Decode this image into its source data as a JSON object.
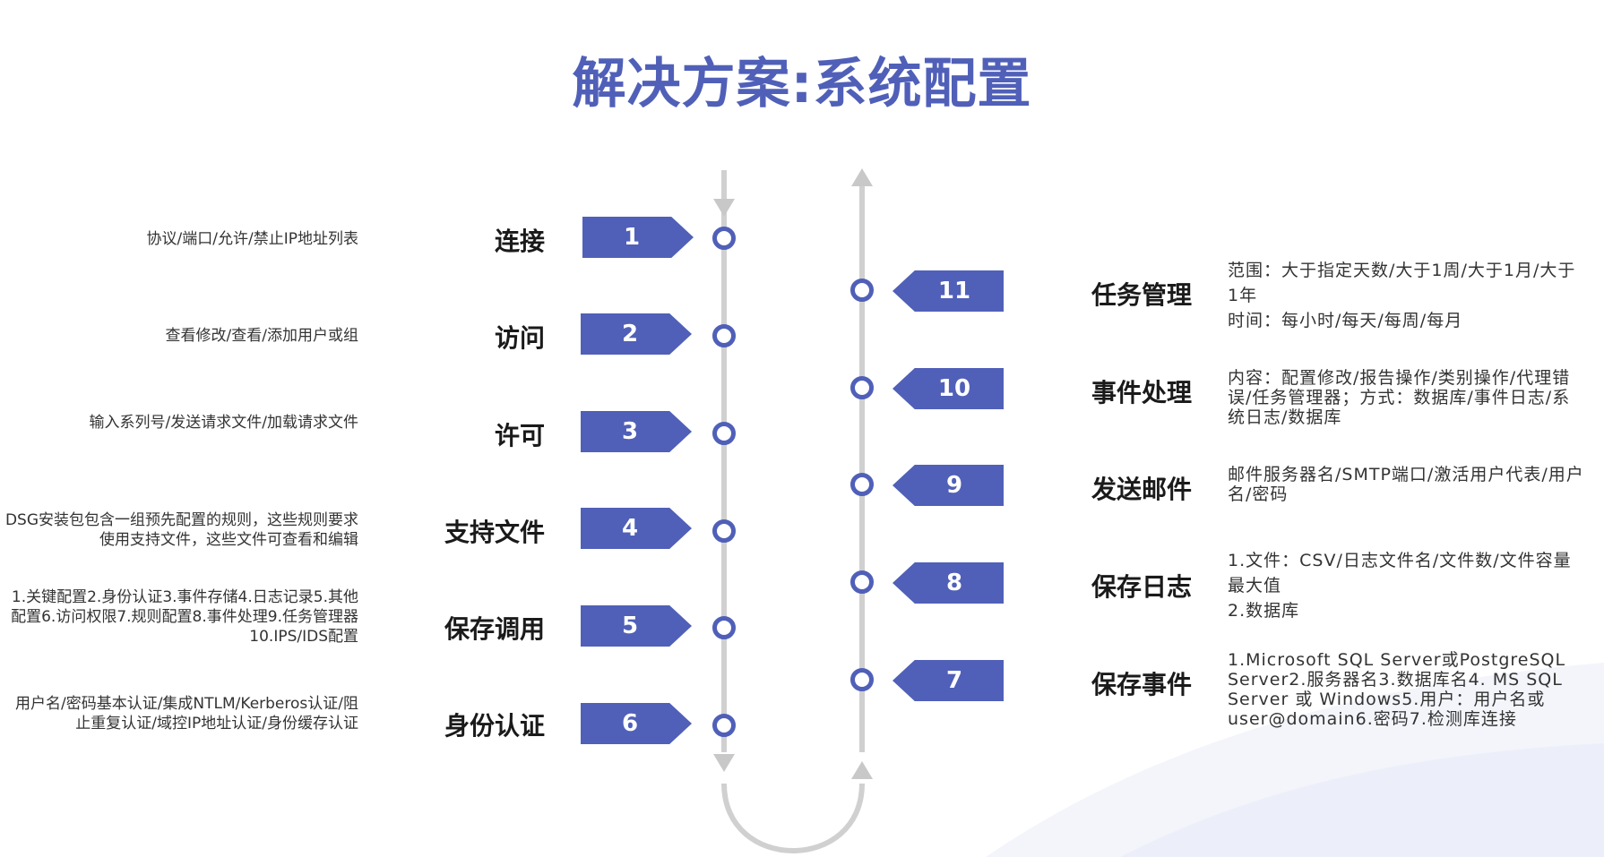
{
  "title": "解决方案:系统配置",
  "left_items": [
    {
      "num": "1",
      "label": "连接",
      "desc": "协议/端口/允许/禁止IP地址列表"
    },
    {
      "num": "2",
      "label": "访问",
      "desc": "查看修改/查看/添加用户或组"
    },
    {
      "num": "3",
      "label": "许可",
      "desc": "输入系列号/发送请求文件/加载请求文件"
    },
    {
      "num": "4",
      "label": "支持文件",
      "desc": "DSG安装包包含一组预先配置的规则，这些规则要求使用支持文件，这些文件可查看和编辑"
    },
    {
      "num": "5",
      "label": "保存调用",
      "desc": "1.关键配置2.身份认证3.事件存储4.日志记录5.其他配置6.访问权限7.规则配置8.事件处理9.任务管理器10.IPS/IDS配置"
    },
    {
      "num": "6",
      "label": "身份认证",
      "desc": "用户名/密码基本认证/集成NTLM/Kerberos认证/阻止重复认证/域控IP地址认证/身份缓存认证"
    }
  ],
  "right_items": [
    {
      "num": "11",
      "label": "任务管理",
      "desc": "范围：大于指定天数/大于1周/大于1月/大于1年\n时间：每小时/每天/每周/每月"
    },
    {
      "num": "10",
      "label": "事件处理",
      "desc": "内容：配置修改/报告操作/类别操作/代理错误/任务管理器；方式：数据库/事件日志/系统日志/数据库"
    },
    {
      "num": "9",
      "label": "发送邮件",
      "desc": "邮件服务器名/SMTP端口/激活用户代表/用户名/密码"
    },
    {
      "num": "8",
      "label": "保存日志",
      "desc": "1.文件：CSV/日志文件名/文件数/文件容量最大值\n2.数据库"
    },
    {
      "num": "7",
      "label": "保存事件",
      "desc": "1.Microsoft SQL Server或PostgreSQL Server2.服务器名3.数据库名4. MS SQL Server 或 Windows5.用户：用户名或 user@domain6.密码7.检测库连接"
    }
  ],
  "colors": {
    "accent": "#5060b8",
    "spine": "#d0d0d0",
    "wave": "#eef1fa"
  }
}
